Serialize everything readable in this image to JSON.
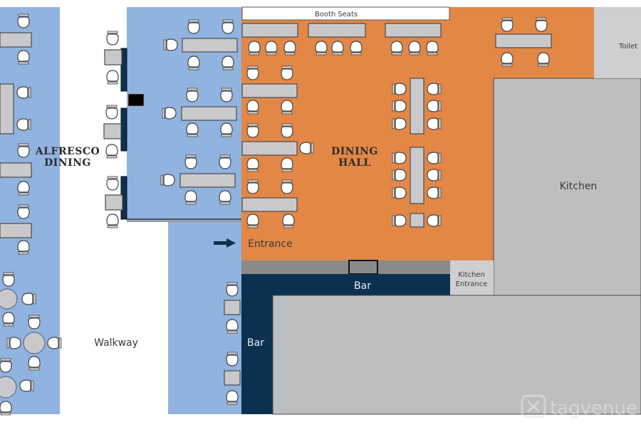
{
  "plan": {
    "title": "Floor plan",
    "colors": {
      "alfresco": "#91b3df",
      "dining": "#e38747",
      "bar": "#0c3150",
      "bar_counter": "#8a8a8a",
      "service": "#bdbec0",
      "toilet": "#cfcfd1",
      "table": "#c9c9cb",
      "chair": "#ffffff",
      "outline": "#444444"
    },
    "areas": {
      "alfresco": "ALFRESCO DINING",
      "alfresco_line1": "ALFRESCO",
      "alfresco_line2": "DINING",
      "dining_line1": "DINING",
      "dining_line2": "HALL",
      "booth": "Booth Seats",
      "entrance": "Entrance",
      "bar_top": "Bar",
      "bar_side": "Bar",
      "kitchen": "Kitchen",
      "kitchen_entrance_line1": "Kitchen",
      "kitchen_entrance_line2": "Entrance",
      "toilet": "Toilet",
      "walkway": "Walkway"
    },
    "icons": {
      "entrance_arrow": "arrow-right-icon",
      "chair": "chair-icon",
      "table": "table-icon"
    },
    "watermark": "tagvenue"
  }
}
